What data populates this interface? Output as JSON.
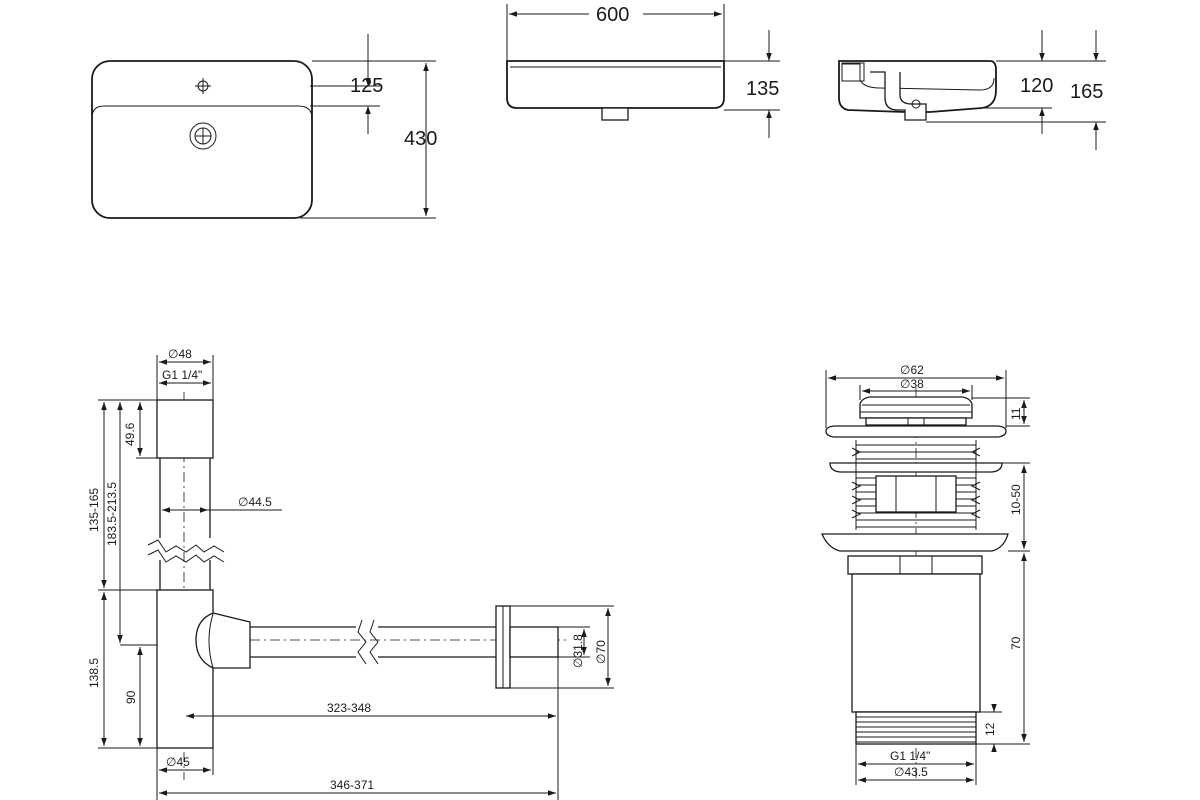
{
  "basin": {
    "top_view": {
      "tap_hole_offset": "125",
      "depth": "430"
    },
    "front_view": {
      "width": "600",
      "height": "135"
    },
    "side_view": {
      "inner_height": "120",
      "overall_height": "165"
    }
  },
  "siphon": {
    "top_diameter": "∅48",
    "thread": "G1 1/4\"",
    "cap_height": "49.6",
    "tube_diameter": "∅44.5",
    "adjust_range_total": "135-165",
    "adjust_range_inlet": "183.5-213.5",
    "height_outlet": "138.5",
    "height_axis": "90",
    "outlet_pipe_diameter": "∅31.8",
    "flange_diameter": "∅70",
    "length_outlet": "323-348",
    "bottom_diameter": "∅45",
    "length_total": "346-371"
  },
  "drain_valve": {
    "flange_diameter": "∅62",
    "cap_diameter": "∅38",
    "cap_height": "11",
    "thread_range": "10-50",
    "body_length": "70",
    "bottom_thread_length": "12",
    "bottom_thread": "G1 1/4\"",
    "bottom_diameter": "∅43.5"
  }
}
